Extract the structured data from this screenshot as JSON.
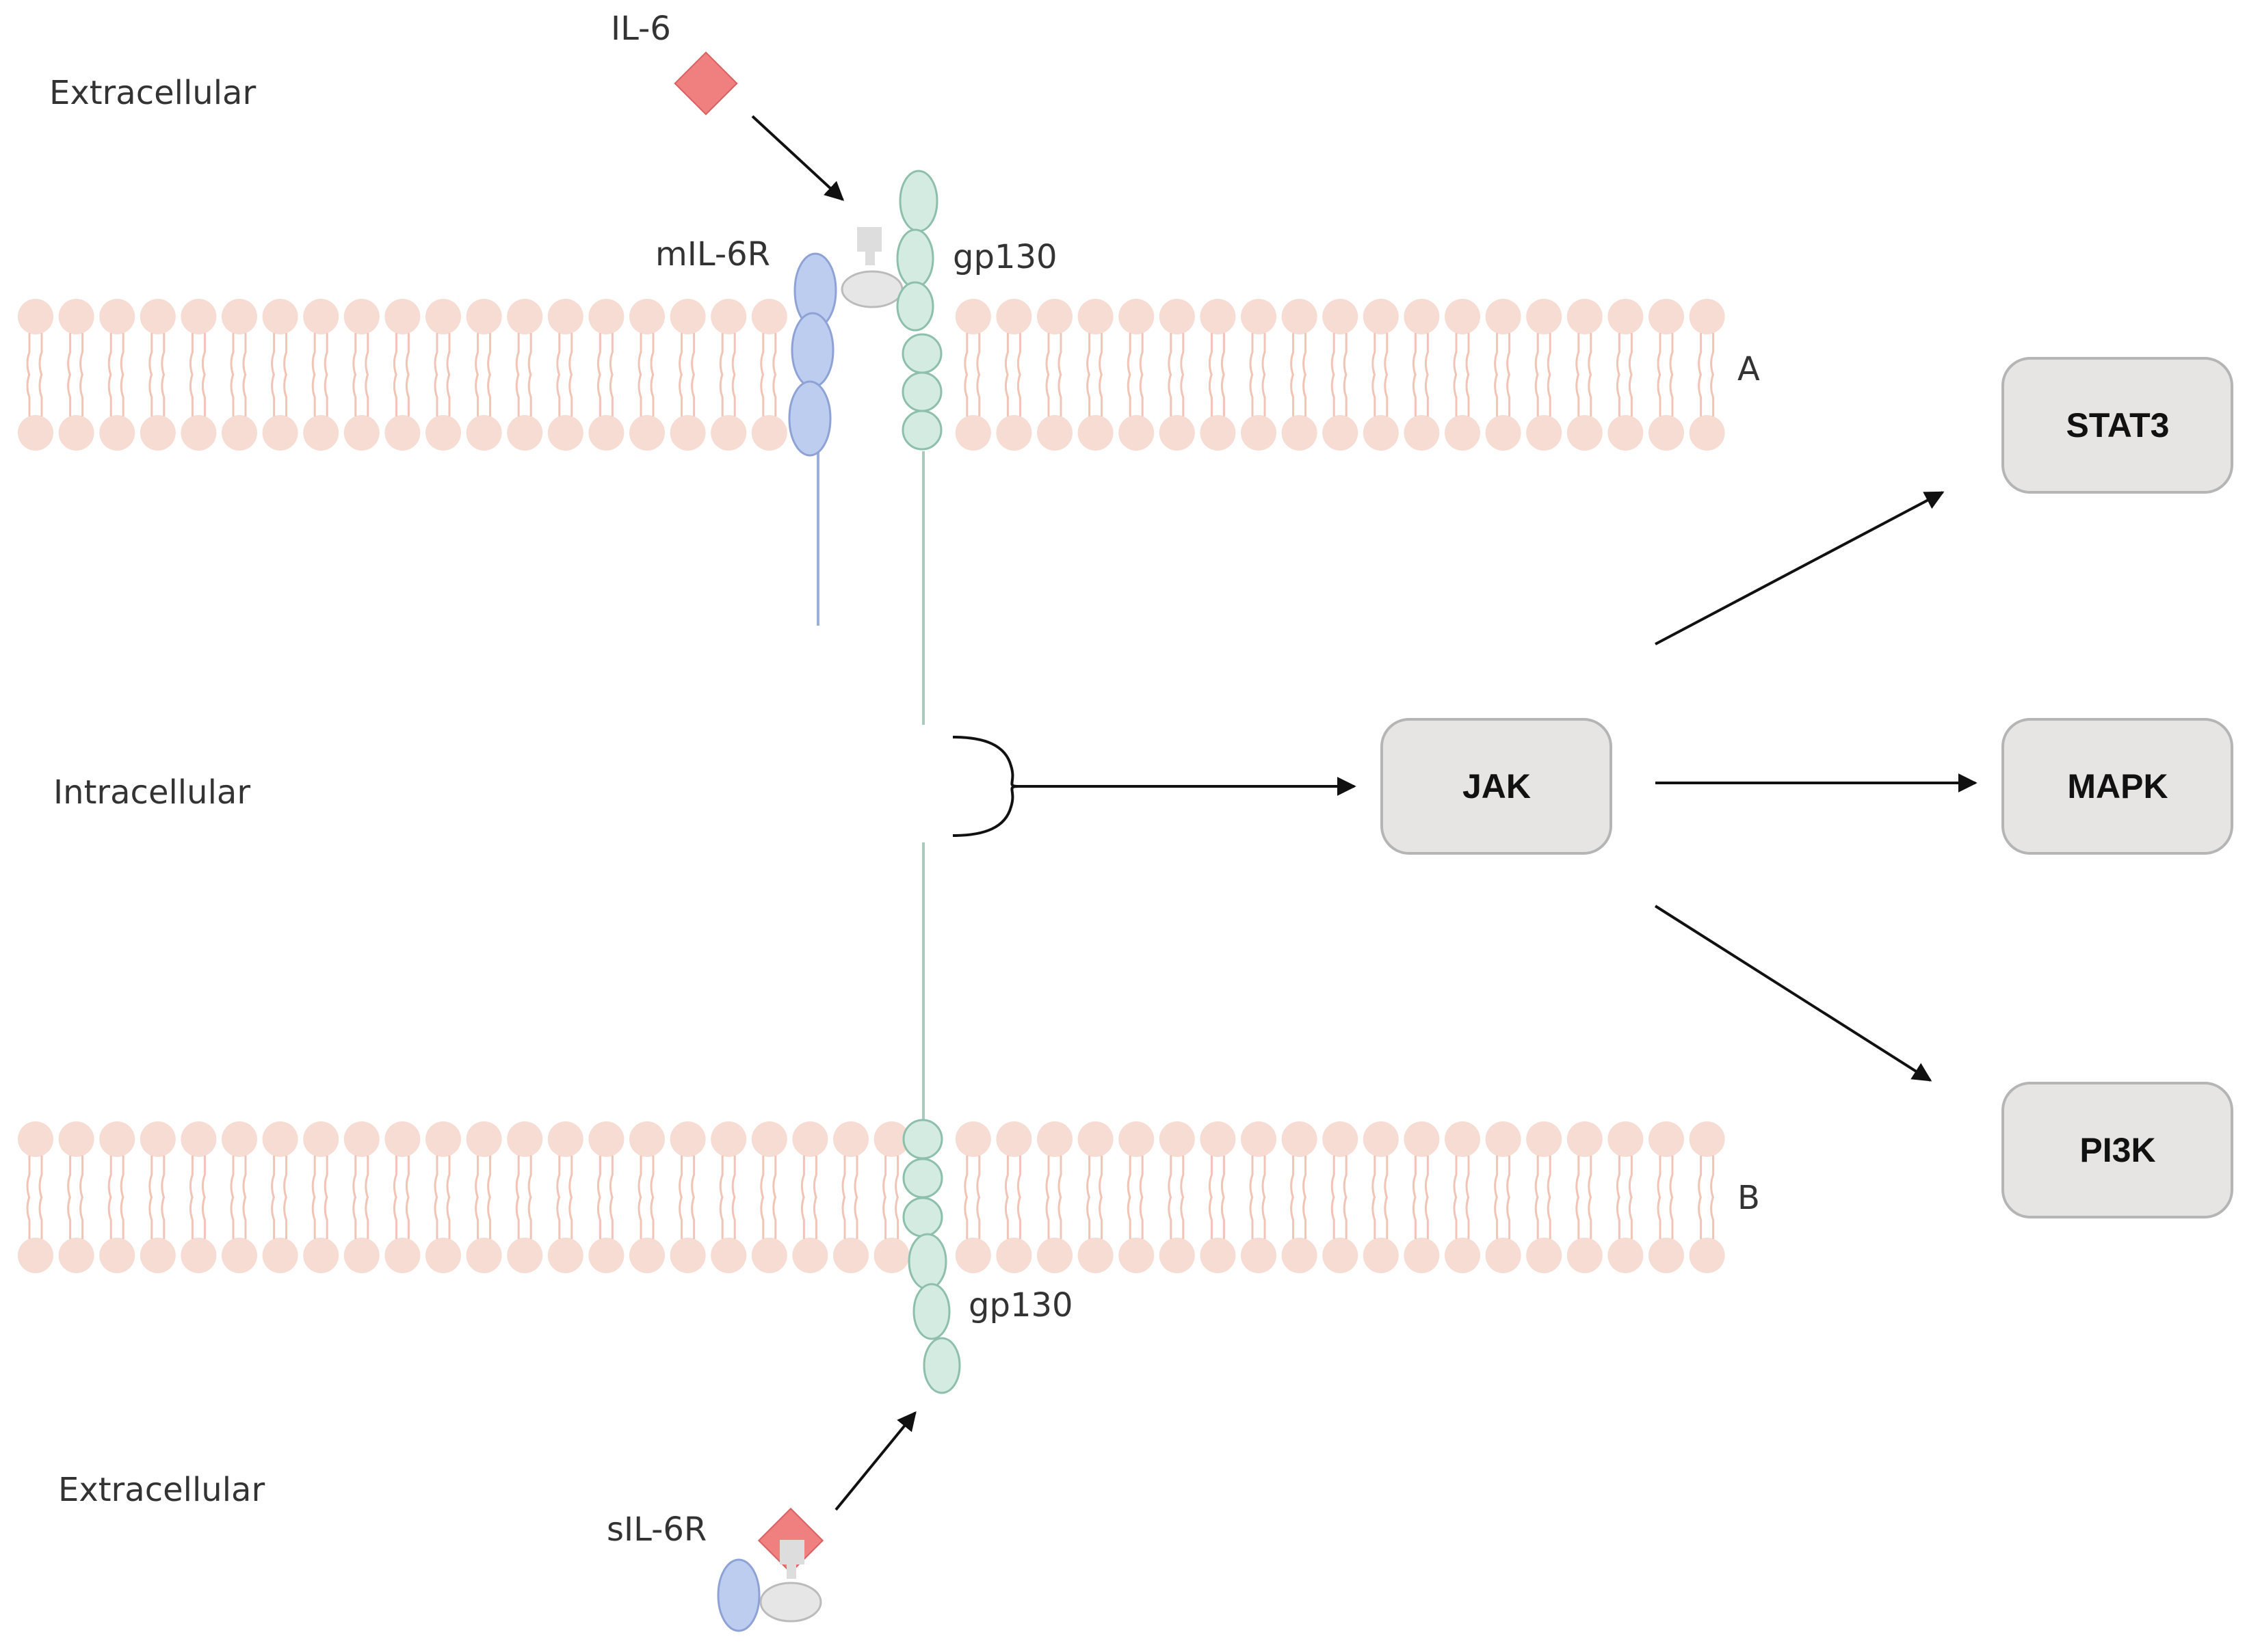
{
  "labels": {
    "extracellular_top": "Extracellular",
    "intracellular": "Intracellular",
    "extracellular_bottom": "Extracellular",
    "il6": "IL-6",
    "mil6r": "mIL-6R",
    "gp130_top": "gp130",
    "gp130_bottom": "gp130",
    "sil6r": "sIL-6R",
    "membrane_a": "A",
    "membrane_b": "B"
  },
  "nodes": {
    "jak": "JAK",
    "stat3": "STAT3",
    "mapk": "MAPK",
    "pi3k": "PI3K"
  },
  "colors": {
    "membrane": "#f7dcd3",
    "membrane_tail": "#f2c4b6",
    "il6": "#f08080",
    "mil6r": "#bdcdf0",
    "mil6r_stroke": "#8ea2d6",
    "gp130": "#d3ebe1",
    "gp130_stroke": "#8dbfaa",
    "complex_grey": "#e6e6e6",
    "box_fill": "#e7e5e4",
    "box_stroke": "#b5b5b5"
  }
}
